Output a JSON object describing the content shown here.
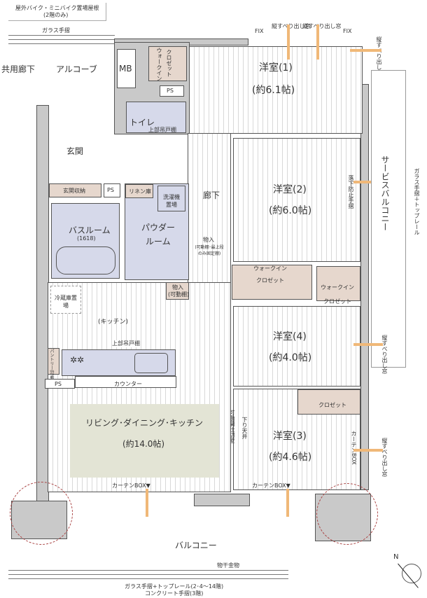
{
  "notes": {
    "bike_roof": "屋外バイク・ミニバイク置場屋根",
    "bike_roof_sub": "(2階のみ)",
    "glass_rail_top": "ガラス手摺",
    "glass_rail_right": "ガラス手摺＋トップレール",
    "bottom_rail_1": "ガラス手摺+トップレール(2･4～14階)",
    "bottom_rail_2": "コンクリート手摺(3階)"
  },
  "rooms": {
    "common_corridor": "共用廊下",
    "alcove": "アルコーブ",
    "mb": "MB",
    "ps": "PS",
    "room1": {
      "name": "洋室(1)",
      "size": "(約6.1帖)"
    },
    "room2": {
      "name": "洋室(2)",
      "size": "(約6.0帖)"
    },
    "room3": {
      "name": "洋室(3)",
      "size": "(約4.6帖)"
    },
    "room4": {
      "name": "洋室(4)",
      "size": "(約4.0帖)"
    },
    "ldk": {
      "name": "リビング･ダイニング･キッチン",
      "size": "(約14.0帖)"
    },
    "toilet": "トイレ",
    "toilet_cabinet": "上部吊戸棚",
    "entrance": "玄関",
    "entrance_storage": "玄関収納",
    "hallway": "廊下",
    "linen": "リネン庫",
    "washer": "洗濯機置場",
    "bathroom": "バスルーム",
    "bath_size": "(1618)",
    "powder": "パウダー",
    "powder2": "ルーム",
    "storage1": "物入",
    "storage1_note": "(可動棚･最上段のみ固定棚)",
    "storage2": "物入",
    "storage2_note": "(可動棚)",
    "fridge": "冷蔵庫置場",
    "kitchen": "(キッチン)",
    "upper_cabinet": "上部吊戸棚",
    "pantry": "パントリー(可動棚)",
    "counter": "カウンター",
    "wic": "ウォークイン",
    "closet": "クロゼット",
    "service_balcony": "サービスバルコニー",
    "balcony": "バルコニー",
    "fall_rail": "落下防止手摺",
    "partition": "可動間仕切壁",
    "dropped_ceiling": "下り天井",
    "curtain_box": "カーテンBOX▼",
    "curtain_box_v": "カーテンBOX",
    "window": "縦すべり出し窓",
    "fix": "FIX",
    "dryer": "物干金物"
  },
  "compass": {
    "label": "N"
  },
  "colors": {
    "wall": "#c9c9c9",
    "closet": "#e6d7cd",
    "wet_area": "#d6d9ea",
    "ldk_highlight": "#e3e4d5",
    "airflow_arrow": "#f0b878"
  }
}
